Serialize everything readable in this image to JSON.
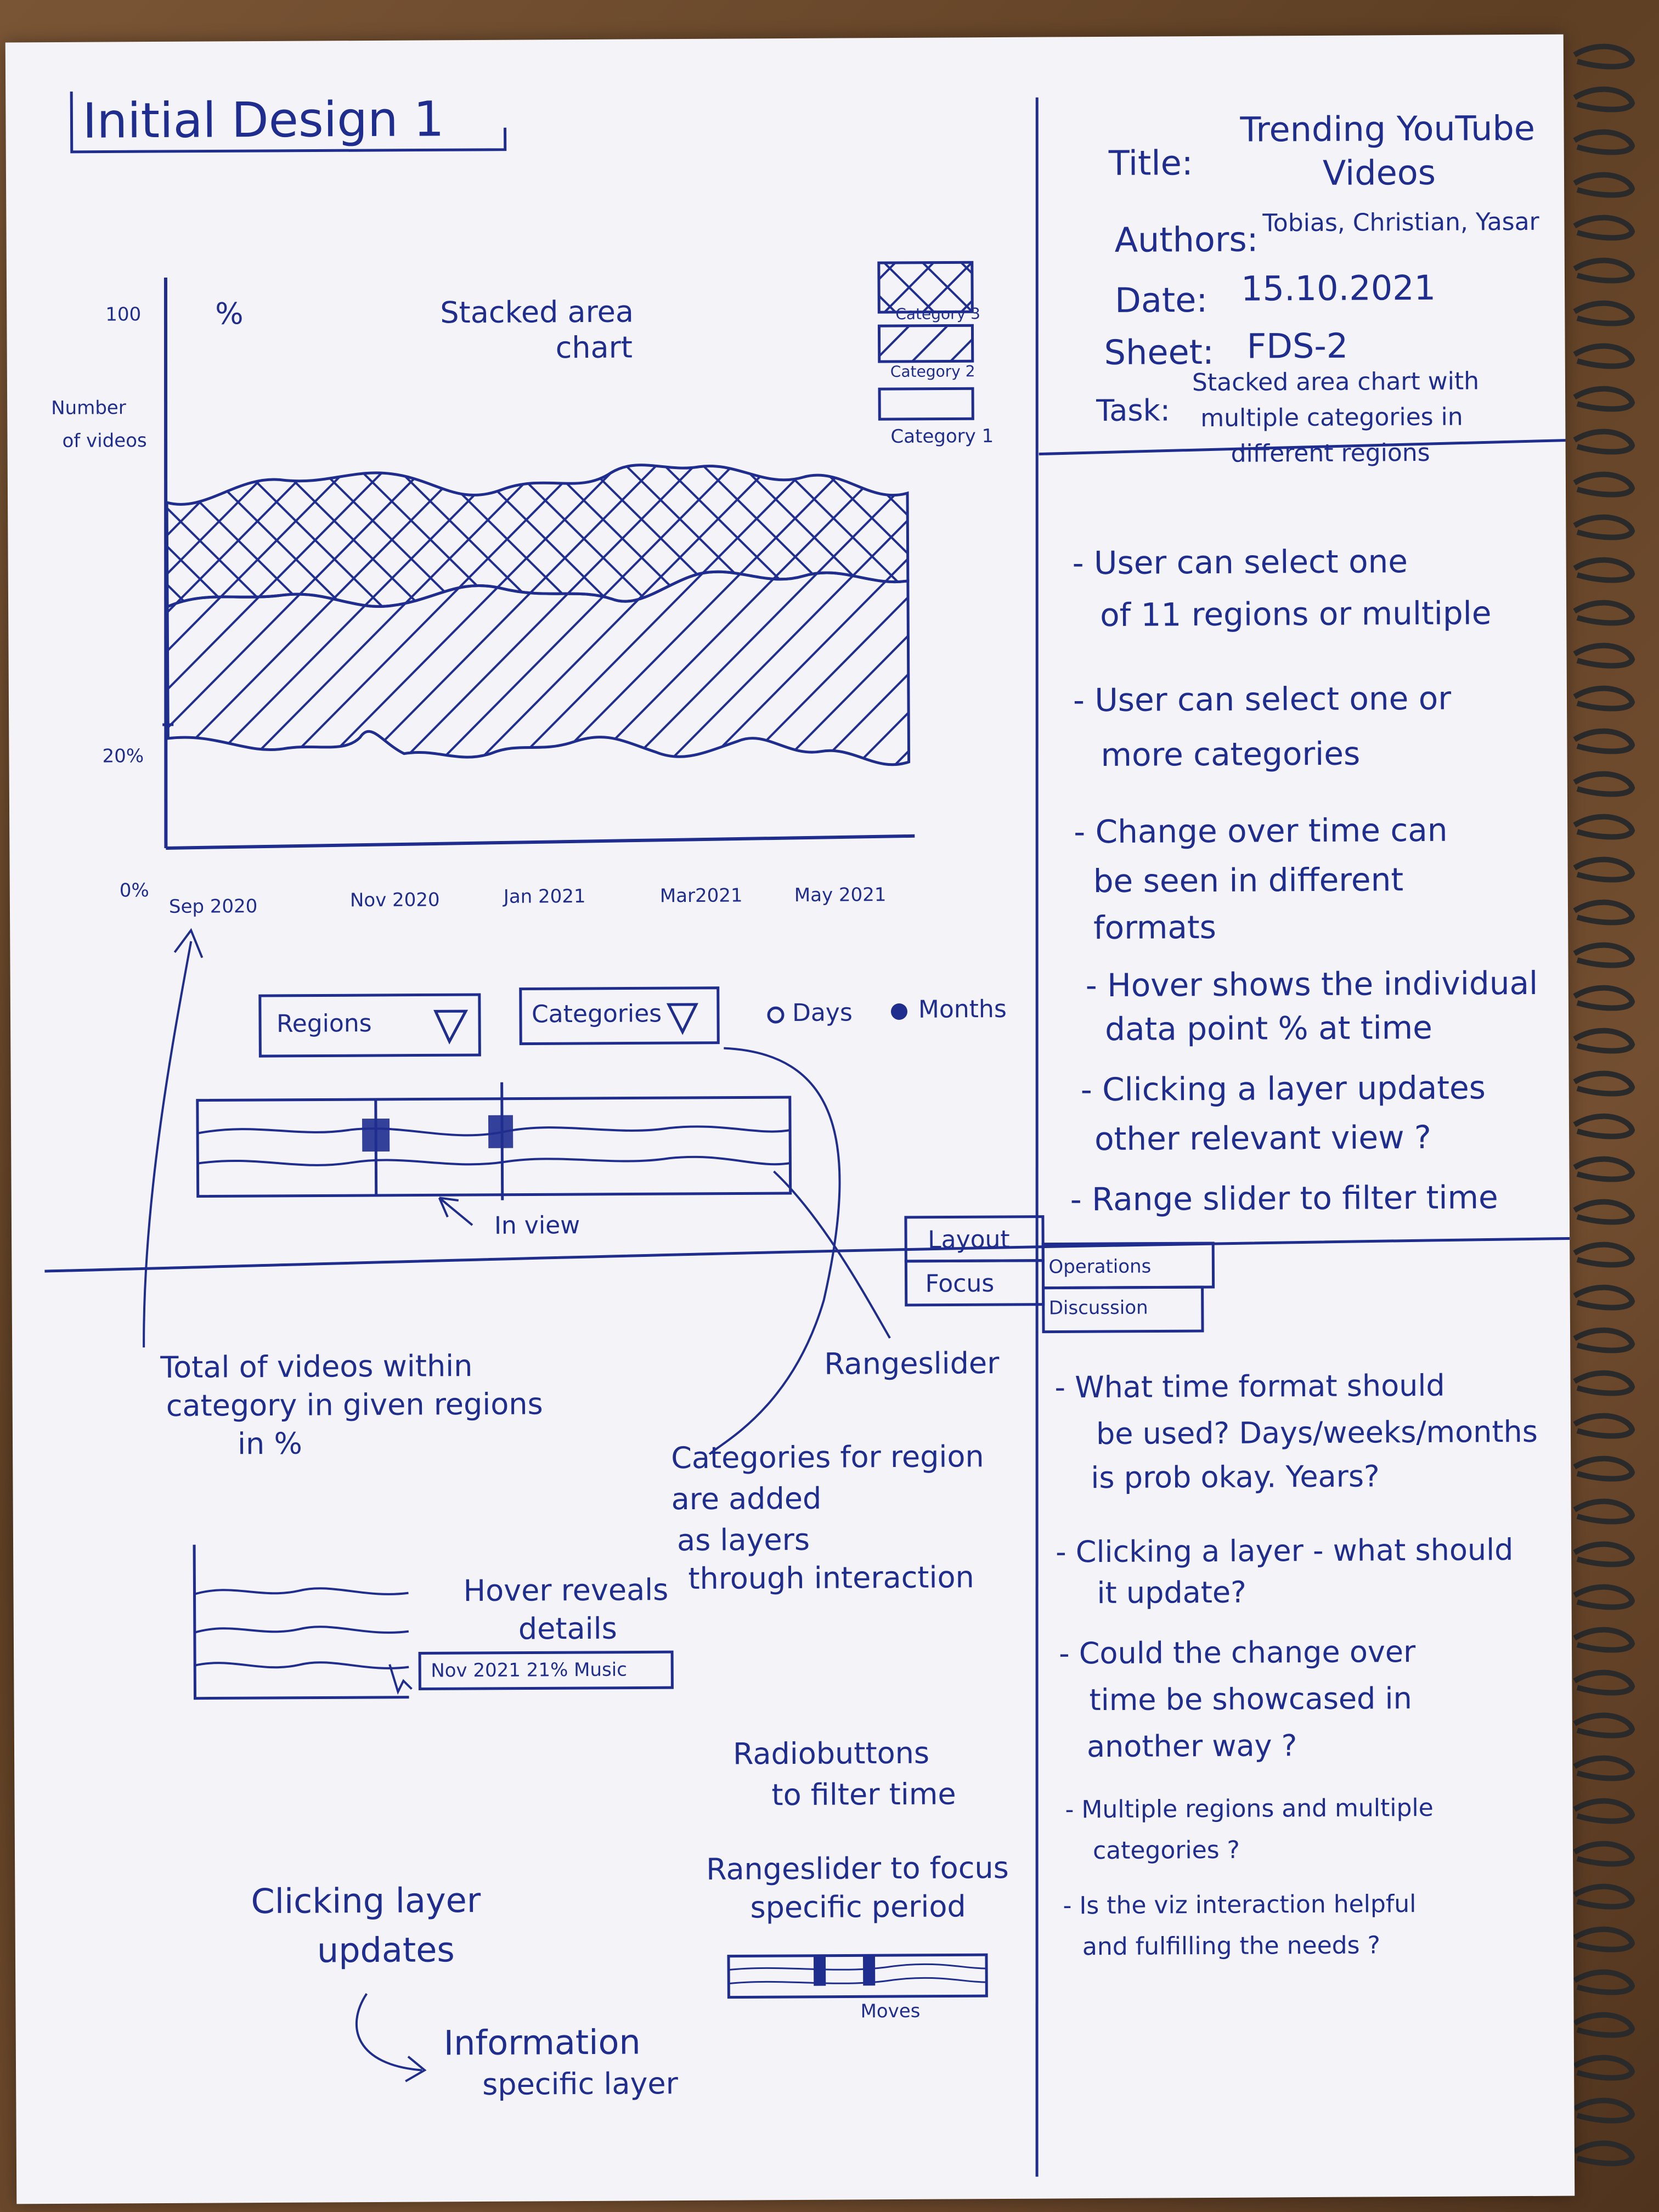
{
  "heading": "Initial Design 1",
  "meta": {
    "title_label": "Title:",
    "title_line1": "Trending YouTube",
    "title_line2": "Videos",
    "authors_label": "Authors:",
    "authors": "Tobias, Christian, Yasar",
    "date_label": "Date:",
    "date": "15.10.2021",
    "sheet_label": "Sheet:",
    "sheet": "FDS-2",
    "task_label": "Task:",
    "task_line1": "Stacked area chart with",
    "task_line2": "multiple categories in",
    "task_line3": "different regions"
  },
  "chart": {
    "title_line1": "Stacked area",
    "title_line2": "chart",
    "unit": "%",
    "ylabel_line1": "Number",
    "ylabel_line2": "of videos",
    "y_ticks": [
      "100",
      "20%",
      "0%"
    ],
    "x_ticks": [
      "Sep 2020",
      "Nov 2020",
      "Jan 2021",
      "Mar2021",
      "May 2021"
    ],
    "legend": [
      "Category 3",
      "Category 2",
      "Category 1"
    ]
  },
  "controls": {
    "regions_label": "Regions",
    "categories_label": "Categories",
    "radio_days": "Days",
    "radio_months": "Months",
    "in_view_label": "In view"
  },
  "tabs": {
    "layout": "Layout",
    "focus": "Focus",
    "operations": "Operations",
    "discussion": "Discussion"
  },
  "operations": [
    [
      "- User can select one",
      "of 11 regions or multiple"
    ],
    [
      "- User can select one or",
      "more categories"
    ],
    [
      "- Change over time can",
      "be seen in different",
      "formats"
    ],
    [
      "- Hover shows the individual",
      "data point % at time"
    ],
    [
      "- Clicking a layer updates",
      "other relevant view ?"
    ],
    [
      "- Range slider to filter time"
    ]
  ],
  "discussion": [
    [
      "- What time format should",
      "be used? Days/weeks/months",
      "is prob okay. Years?"
    ],
    [
      "- Clicking a layer - what should",
      "it update?"
    ],
    [
      "- Could the change over",
      "time be showcased in",
      "another way ?"
    ],
    [
      "- Multiple regions and multiple",
      "categories ?"
    ],
    [
      "- Is the viz interaction helpful",
      "and fulfilling the needs ?"
    ]
  ],
  "focus_notes": {
    "total_videos": [
      "Total of videos within",
      "category in given regions",
      "in %"
    ],
    "rangeslider": "Rangeslider",
    "categories_added": [
      "Categories for region",
      "are added",
      "as layers",
      "through interaction"
    ],
    "hover_reveals": [
      "Hover reveals",
      "details"
    ],
    "hover_tooltip": "Nov 2021 21% Music",
    "radiobuttons": [
      "Radiobuttons",
      "to filter time"
    ],
    "rangeslider_focus": [
      "Rangeslider to focus",
      "specific period"
    ],
    "moves": "Moves",
    "clicking_layer": [
      "Clicking layer",
      "updates"
    ],
    "information": [
      "Information",
      "specific layer"
    ]
  }
}
